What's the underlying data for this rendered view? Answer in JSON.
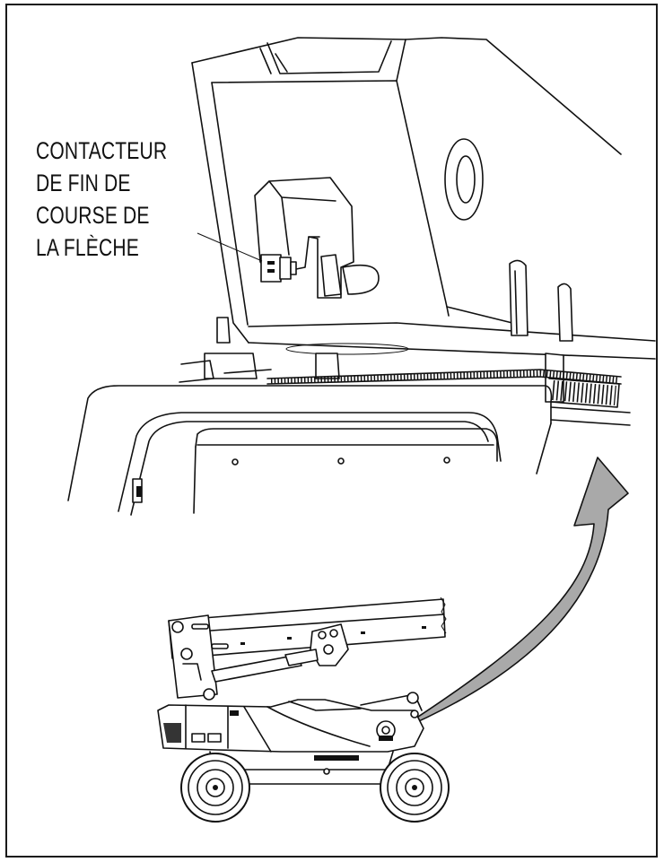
{
  "callout": {
    "lines": [
      "CONTACTEUR",
      "DE FIN DE",
      "COURSE DE",
      "LA FLÈCHE"
    ]
  },
  "colors": {
    "line": "#111111",
    "arrow_fill": "#a9a9a9",
    "background": "#ffffff"
  }
}
